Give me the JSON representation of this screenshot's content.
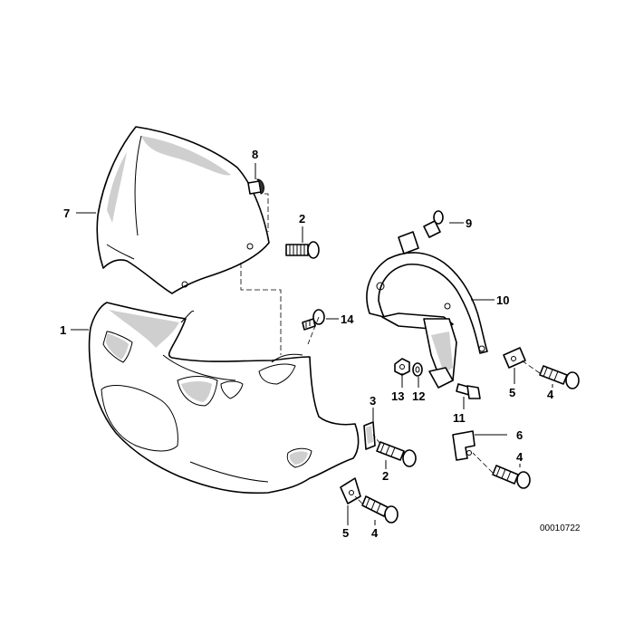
{
  "callouts": {
    "c1": "1",
    "c2a": "2",
    "c2b": "2",
    "c3": "3",
    "c4a": "4",
    "c4b": "4",
    "c4c": "4",
    "c5a": "5",
    "c5b": "5",
    "c6": "6",
    "c7": "7",
    "c8": "8",
    "c9": "9",
    "c10": "10",
    "c11": "11",
    "c12": "12",
    "c13": "13",
    "c14": "14"
  },
  "reference_number": "00010722"
}
